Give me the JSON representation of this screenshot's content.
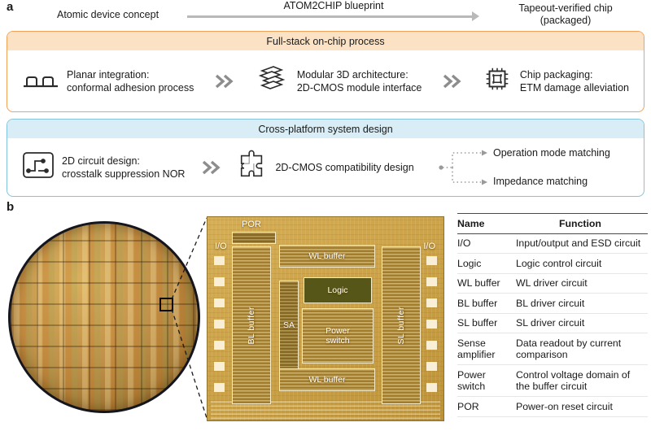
{
  "colors": {
    "process_accent": "#efa258",
    "process_header_bg": "#fbe2c4",
    "design_accent": "#85c3dc",
    "design_header_bg": "#d9edf6",
    "chip_gold": "#caa045",
    "arrow_gray": "#b9b9b9"
  },
  "icons": {
    "flow_arrow": "arrow-right-icon",
    "separator": "double-chevron-right-icon",
    "planar": "planar-integration-icon",
    "modular": "modular-3d-stack-icon",
    "package": "chip-package-icon",
    "circuit": "circuit-design-icon",
    "puzzle": "puzzle-compatibility-icon"
  },
  "panel_a": {
    "label": "a",
    "flow": {
      "source": "Atomic device concept",
      "arrow_label": "ATOM2CHIP blueprint",
      "target_line1": "Tapeout-verified chip",
      "target_line2": "(packaged)"
    },
    "process_box": {
      "title": "Full-stack on-chip process",
      "items": [
        {
          "line1": "Planar integration:",
          "line2": "conformal adhesion process"
        },
        {
          "line1": "Modular 3D architecture:",
          "line2": "2D-CMOS module interface"
        },
        {
          "line1": "Chip packaging:",
          "line2": "ETM damage alleviation"
        }
      ]
    },
    "design_box": {
      "title": "Cross-platform system design",
      "items": [
        {
          "line1": "2D circuit design:",
          "line2": "crosstalk suppression NOR"
        },
        {
          "line1": "2D-CMOS compatibility design",
          "line2": ""
        }
      ],
      "outputs": [
        "Operation mode matching",
        "Impedance matching"
      ]
    }
  },
  "panel_b": {
    "label": "b",
    "chip": {
      "por": "POR",
      "io_left": "I/O",
      "io_right": "I/O",
      "wl_top": "WL buffer",
      "wl_bottom": "WL buffer",
      "bl": "BL buffer",
      "sl": "SL buffer",
      "sa": "SA",
      "logic": "Logic",
      "power": "Power switch"
    },
    "table": {
      "headers": [
        "Name",
        "Function"
      ],
      "rows": [
        [
          "I/O",
          "Input/output and ESD circuit"
        ],
        [
          "Logic",
          "Logic control circuit"
        ],
        [
          "WL buffer",
          "WL driver circuit"
        ],
        [
          "BL buffer",
          "BL driver circuit"
        ],
        [
          "SL buffer",
          "SL driver circuit"
        ],
        [
          "Sense amplifier",
          "Data readout by current comparison"
        ],
        [
          "Power switch",
          "Control voltage domain of the buffer circuit"
        ],
        [
          "POR",
          "Power-on reset circuit"
        ]
      ]
    }
  }
}
